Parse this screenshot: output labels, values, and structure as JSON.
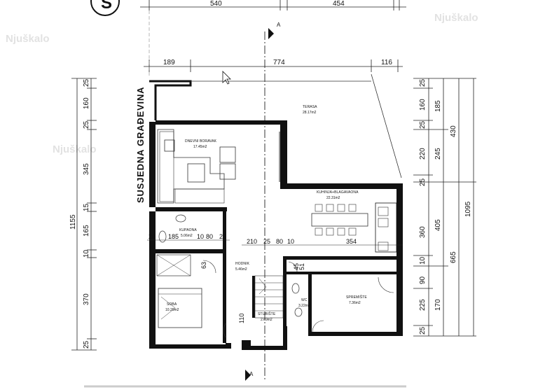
{
  "top_dimensions": [
    "540",
    "454"
  ],
  "second_dimensions": [
    "189",
    "774",
    "116"
  ],
  "left_dimensions": [
    "25",
    "160",
    "25",
    "345",
    "15",
    "165",
    "10",
    "370",
    "25"
  ],
  "left_total": "1155",
  "right_dimensions_col1": [
    "25",
    "160",
    "25",
    "220",
    "25",
    "360",
    "10",
    "90",
    "225",
    "25"
  ],
  "right_dimensions_col2": [
    "185",
    "245",
    "405",
    "170"
  ],
  "right_dimensions_col3": [
    "430",
    "665"
  ],
  "right_total": "1095",
  "neighbor_label": "SUSJEDNA GRAĐEVINA",
  "section_markers": [
    "A",
    "A"
  ],
  "compass_label": "S",
  "rooms": {
    "terasa": {
      "name": "TERASA",
      "area": "28.17m2"
    },
    "dnevni": {
      "name": "DNEVNI BORAVAK",
      "area": "17.45m2"
    },
    "kuhinja": {
      "name": "KUHINJA+BLAGAVAONA",
      "area": "22.31m2"
    },
    "kupaona": {
      "name": "KUPAONA",
      "area": "5.06m2"
    },
    "hodnik": {
      "name": "HODNIK",
      "area": "5.46m2"
    },
    "soba": {
      "name": "SOBA",
      "area": "10.20m2"
    },
    "stubiste": {
      "name": "STUBIŠTE",
      "area": "2.69m2"
    },
    "wc": {
      "name": "WC",
      "area": "3.22m2"
    },
    "spremiste": {
      "name": "SPREMIŠTE",
      "area": "7.36m2"
    }
  },
  "interior_dims_left": [
    "20",
    "185",
    "10",
    "80",
    "25"
  ],
  "interior_dims_right": [
    "210",
    "25",
    "80",
    "10",
    "354"
  ],
  "interior_dims_misc": [
    "63",
    "45",
    "51",
    "110"
  ],
  "watermarks": [
    "Njuškalo",
    "Njuškalo",
    "Njuškalo"
  ]
}
